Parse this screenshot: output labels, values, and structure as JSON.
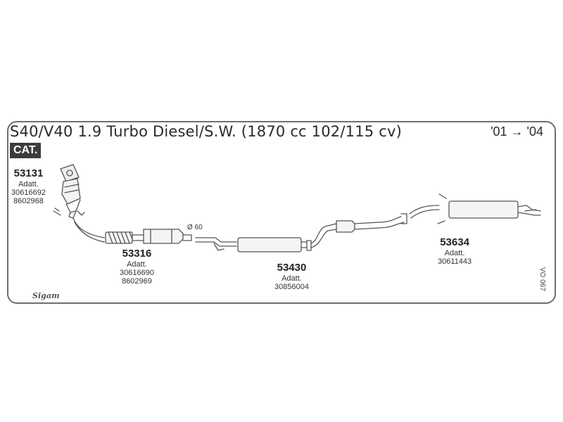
{
  "diagram": {
    "title": "S40/V40 1.9 Turbo Diesel/S.W. (1870 cc 102/115 cv)",
    "years": "'01 → '04",
    "badge": "CAT.",
    "diameter": "Ø 60",
    "drawing_code": "VO 067",
    "brand": "Sigam"
  },
  "parts": [
    {
      "number": "53131",
      "adatt_label": "Adatt.",
      "refs": [
        "30616692",
        "8602968"
      ]
    },
    {
      "number": "53316",
      "adatt_label": "Adatt.",
      "refs": [
        "30616690",
        "8602969"
      ]
    },
    {
      "number": "53430",
      "adatt_label": "Adatt.",
      "refs": [
        "30856004"
      ]
    },
    {
      "number": "53634",
      "adatt_label": "Adatt.",
      "refs": [
        "30611443"
      ]
    }
  ],
  "colors": {
    "line": "#555555",
    "frame": "#6f6f6f",
    "badge_bg": "#3c3c3c"
  }
}
